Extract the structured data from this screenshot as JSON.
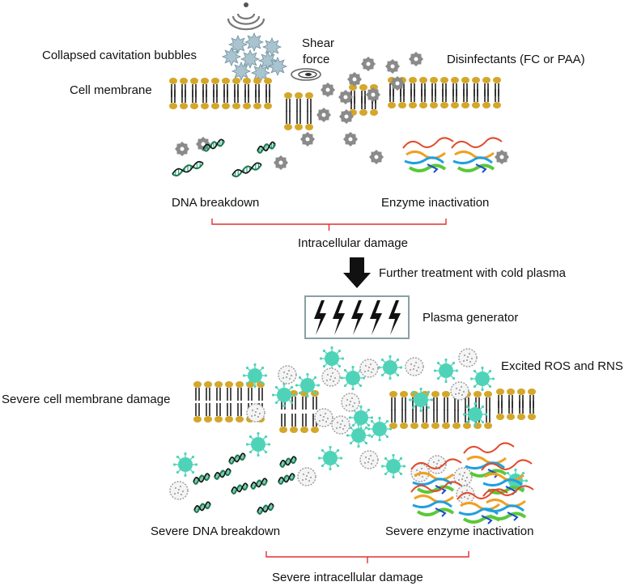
{
  "top": {
    "collapsed_bubbles_label": "Collapsed cavitation bubbles",
    "shear_label": "Shear",
    "force_label": "force",
    "disinfectants_label": "Disinfectants (FC or PAA)",
    "cell_membrane_label": "Cell membrane",
    "dna_label": "DNA breakdown",
    "enzyme_label": "Enzyme inactivation",
    "intracellular_label": "Intracellular damage"
  },
  "middle": {
    "further_treatment_label": "Further treatment with cold plasma",
    "plasma_generator_label": "Plasma generator"
  },
  "bottom": {
    "ros_rns_label": "Excited ROS and RNS",
    "severe_membrane_label": "Severe cell membrane damage",
    "severe_dna_label": "Severe DNA breakdown",
    "severe_enzyme_label": "Severe enzyme inactivation",
    "severe_intracellular_label": "Severe intracellular damage"
  },
  "colors": {
    "lipid_head": "#d4a62a",
    "lipid_tail": "#222222",
    "bubble_fill": "#a9c4cf",
    "gear": "#8a8a8a",
    "ros_fill": "#4fd3b8",
    "rns_outline": "#9a9a9a",
    "bracket": "#e03030",
    "arrow": "#111111",
    "generator_border": "#8aa0a5",
    "dna_green": "#1f7a4a",
    "dna_teal": "#2aa58a"
  }
}
